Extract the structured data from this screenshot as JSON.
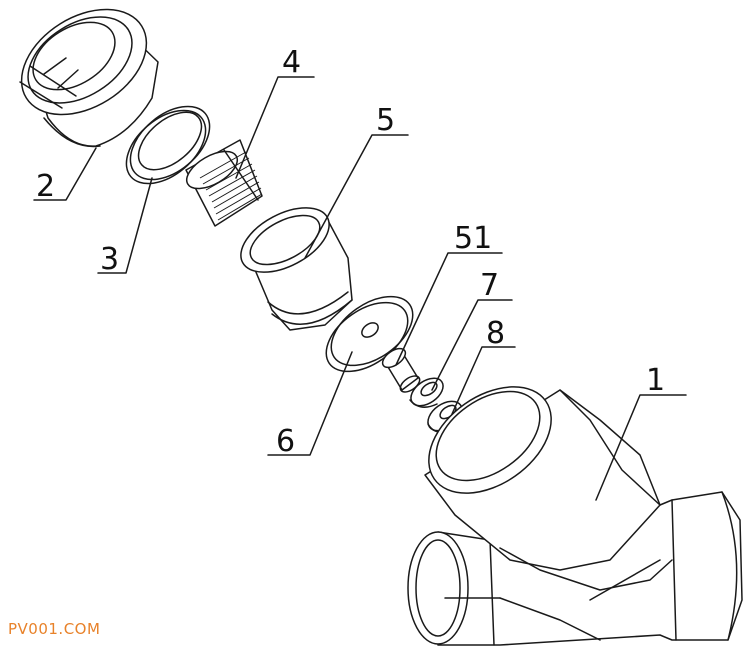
{
  "labels": {
    "l1": "1",
    "l2": "2",
    "l3": "3",
    "l4": "4",
    "l5": "5",
    "l51": "51",
    "l6": "6",
    "l7": "7",
    "l8": "8"
  },
  "watermark": {
    "text": "PV001.COM",
    "color": "#e8822a"
  }
}
